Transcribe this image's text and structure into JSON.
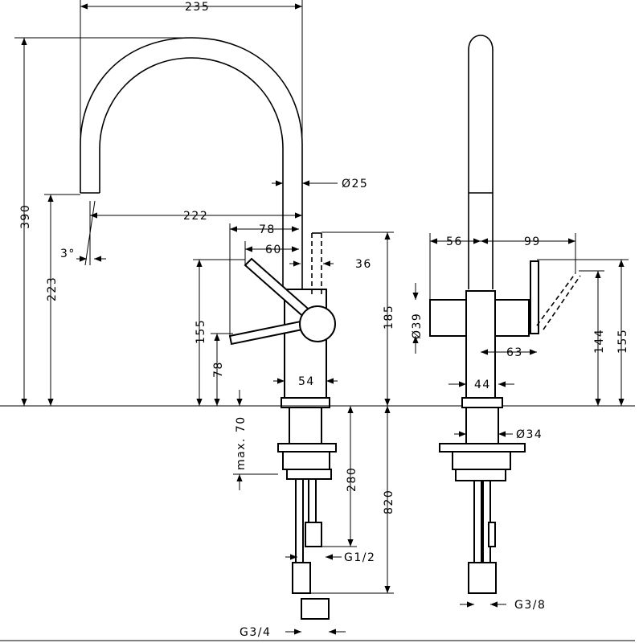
{
  "drawing": {
    "dimensions": {
      "overall_width": "235",
      "spout_diameter": "Ø25",
      "spout_reach": "222",
      "tilt_angle": "3°",
      "lever_reach": "78",
      "lever_offset": "60",
      "lever_clearance": "36",
      "overall_height": "390",
      "spout_height": "223",
      "lever_height": "155",
      "lever_low_height": "78",
      "body_height": "185",
      "base_width": "54",
      "max_thickness": "max. 70",
      "shank_length": "280",
      "hose_length": "820",
      "thread_inlet": "G1/2",
      "thread_outlet": "G3/4",
      "side_reach_left": "56",
      "side_reach_right": "99",
      "side_diameter": "Ø39",
      "side_offset": "63",
      "side_height_144": "144",
      "side_height_155": "155",
      "side_base_width": "44",
      "shank_diameter": "Ø34",
      "thread_side": "G3/8"
    }
  }
}
